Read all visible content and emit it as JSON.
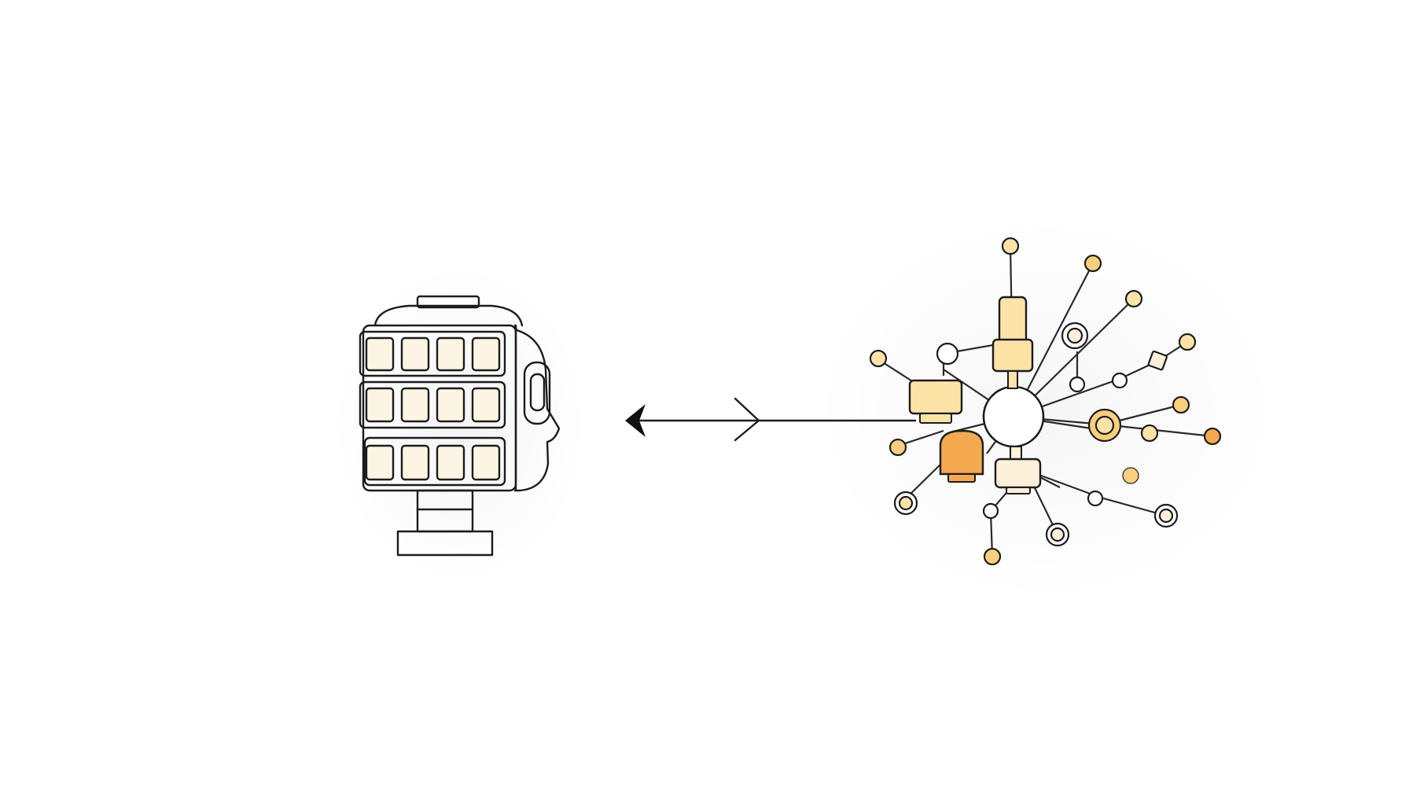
{
  "figure": {
    "background": "#ffffff",
    "left_icon": {
      "name": "robot-head-icon",
      "panel_grid": {
        "rows": 3,
        "cols": 4
      },
      "panel_fill": "#fdf5e4"
    },
    "connector": {
      "name": "bidirectional-arrow",
      "left_head": "filled",
      "right_head": "open-chevron"
    },
    "right_icon": {
      "name": "neural-network-icon",
      "palette": {
        "light": "#fde3a6",
        "pale": "#fdf0da",
        "medium": "#f9cf7e",
        "strong": "#f4a94f",
        "hollow": "#ffffff"
      }
    }
  }
}
